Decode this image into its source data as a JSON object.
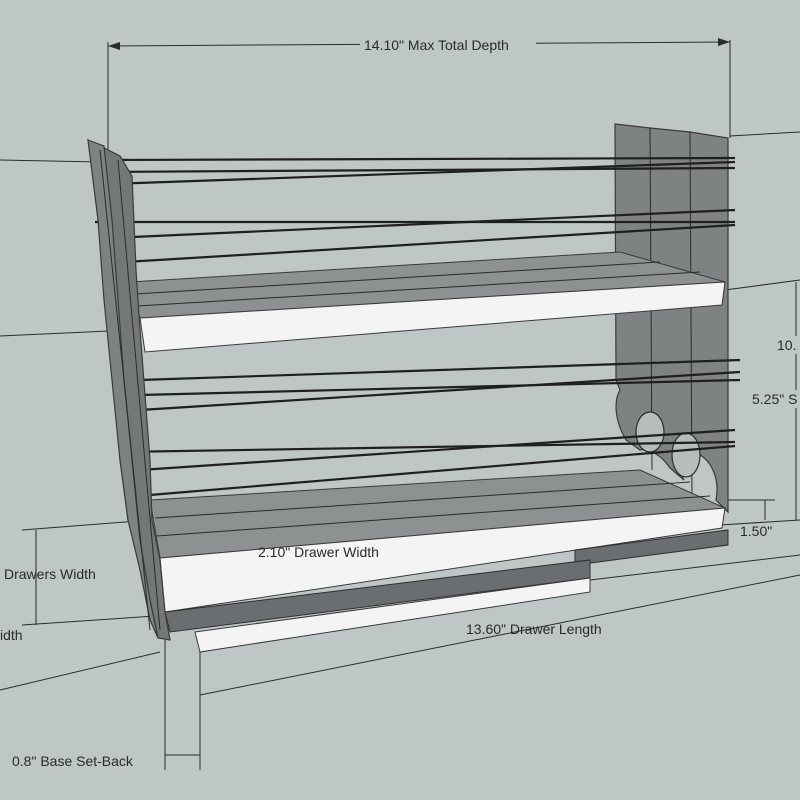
{
  "colors": {
    "background": "#bfc6c6",
    "panel": "#7e8283",
    "shelf_front": "#f4f4f4",
    "rod": "#1f1f1f",
    "dimension_text": "#2a2a2a"
  },
  "dimensions": {
    "max_total_depth": "14.10\" Max Total Depth",
    "drawer_width": "2.10\" Drawer Width",
    "drawers_width": "Drawers Width",
    "width_partial": "idth",
    "drawer_length": "13.60\" Drawer Length",
    "base_setback": "0.8\" Base Set-Back",
    "base_height": "1.50\"",
    "shelf_spacing": "5.25\" S",
    "total_height_partial": "10."
  }
}
